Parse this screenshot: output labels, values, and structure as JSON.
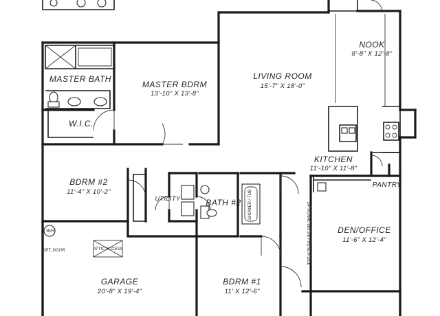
{
  "rooms": {
    "master_bath": {
      "name": "MASTER BATH"
    },
    "master_bdrm": {
      "name": "MASTER BDRM",
      "dims": "13'-10\" X 13'-8\""
    },
    "living_room": {
      "name": "LIVING ROOM",
      "dims": "15'-7\" X 18'-0\""
    },
    "nook": {
      "name": "NOOK",
      "dims": "8'-8\" X 12'-8\""
    },
    "wic": {
      "name": "W.I.C."
    },
    "kitchen": {
      "name": "KITCHEN",
      "dims": "11'-10\" X 11'-8\""
    },
    "pantry": {
      "name": "PANTRY"
    },
    "bdrm2": {
      "name": "BDRM #2",
      "dims": "11'-4\" X 10'-2\""
    },
    "utility": {
      "name": "UTILITY"
    },
    "bath2": {
      "name": "BATH #2"
    },
    "den": {
      "name": "DEN/OFFICE",
      "dims": "11'-6\" X 12'-4\""
    },
    "garage": {
      "name": "GARAGE",
      "dims": "20'-8\" X 19'-4\""
    },
    "bdrm1": {
      "name": "BDRM #1",
      "dims": "11' X 12'-6\""
    }
  },
  "notes": {
    "wh": "W/H",
    "opt_door": "OPT. DOOR",
    "attic": "ATTIC ACCESS",
    "tub": "SHOWER / TUB",
    "den_door": "OPTIONAL 60x 2/6 FRENCH DOE"
  }
}
